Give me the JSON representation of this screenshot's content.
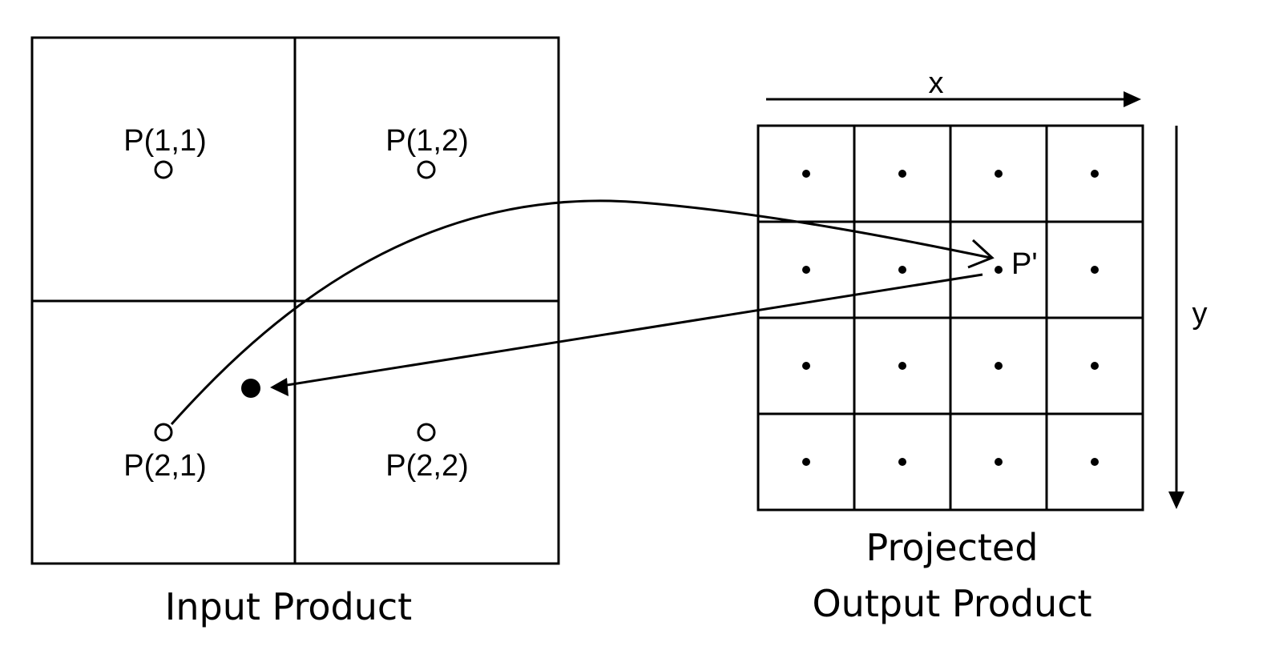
{
  "input_product": {
    "caption": "Input Product",
    "pixels": [
      {
        "label": "P(1,1)"
      },
      {
        "label": "P(1,2)"
      },
      {
        "label": "P(2,1)"
      },
      {
        "label": "P(2,2)"
      }
    ]
  },
  "output_product": {
    "caption_line1": "Projected",
    "caption_line2": "Output Product",
    "x_axis_label": "x",
    "y_axis_label": "y",
    "target_label": "P'",
    "grid_rows": 4,
    "grid_cols": 4
  },
  "colors": {
    "line": "#000000",
    "background": "#ffffff"
  }
}
